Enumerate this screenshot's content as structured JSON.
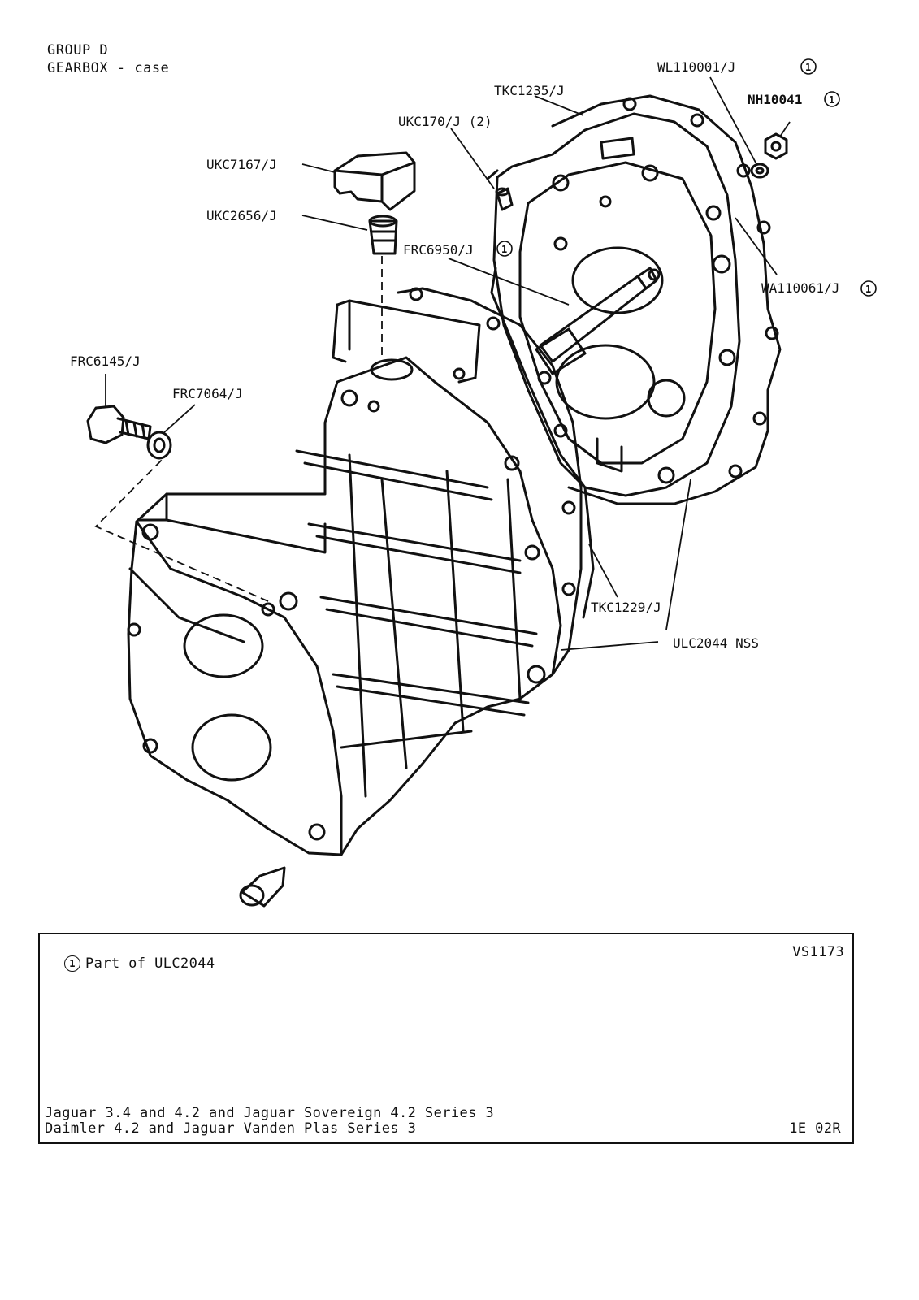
{
  "header": {
    "group": "GROUP D",
    "title": "GEARBOX - case"
  },
  "callouts": [
    {
      "id": "wl110001",
      "part": "WL110001/J",
      "circled": "1"
    },
    {
      "id": "tkc1235",
      "part": "TKC1235/J",
      "circled": ""
    },
    {
      "id": "nh10041",
      "part": "NH10041",
      "circled": "1"
    },
    {
      "id": "ukc170",
      "part": "UKC170/J (2)",
      "circled": ""
    },
    {
      "id": "ukc7167",
      "part": "UKC7167/J",
      "circled": ""
    },
    {
      "id": "ukc2656",
      "part": "UKC2656/J",
      "circled": ""
    },
    {
      "id": "frc6950",
      "part": "FRC6950/J",
      "circled": "1"
    },
    {
      "id": "wa110061",
      "part": "WA110061/J",
      "circled": "1"
    },
    {
      "id": "frc6145",
      "part": "FRC6145/J",
      "circled": ""
    },
    {
      "id": "frc7064",
      "part": "FRC7064/J",
      "circled": ""
    },
    {
      "id": "tkc1229",
      "part": "TKC1229/J",
      "circled": ""
    },
    {
      "id": "ulc2044",
      "part": "ULC2044 NSS",
      "circled": ""
    }
  ],
  "info": {
    "note_symbol": "1",
    "note_text": "Part of ULC2044",
    "illustration_ref": "VS1173",
    "models_line1": "Jaguar 3.4 and 4.2 and Jaguar Sovereign 4.2 Series 3",
    "models_line2": "Daimler 4.2 and Jaguar Vanden Plas Series 3",
    "page_ref": "1E 02R"
  }
}
